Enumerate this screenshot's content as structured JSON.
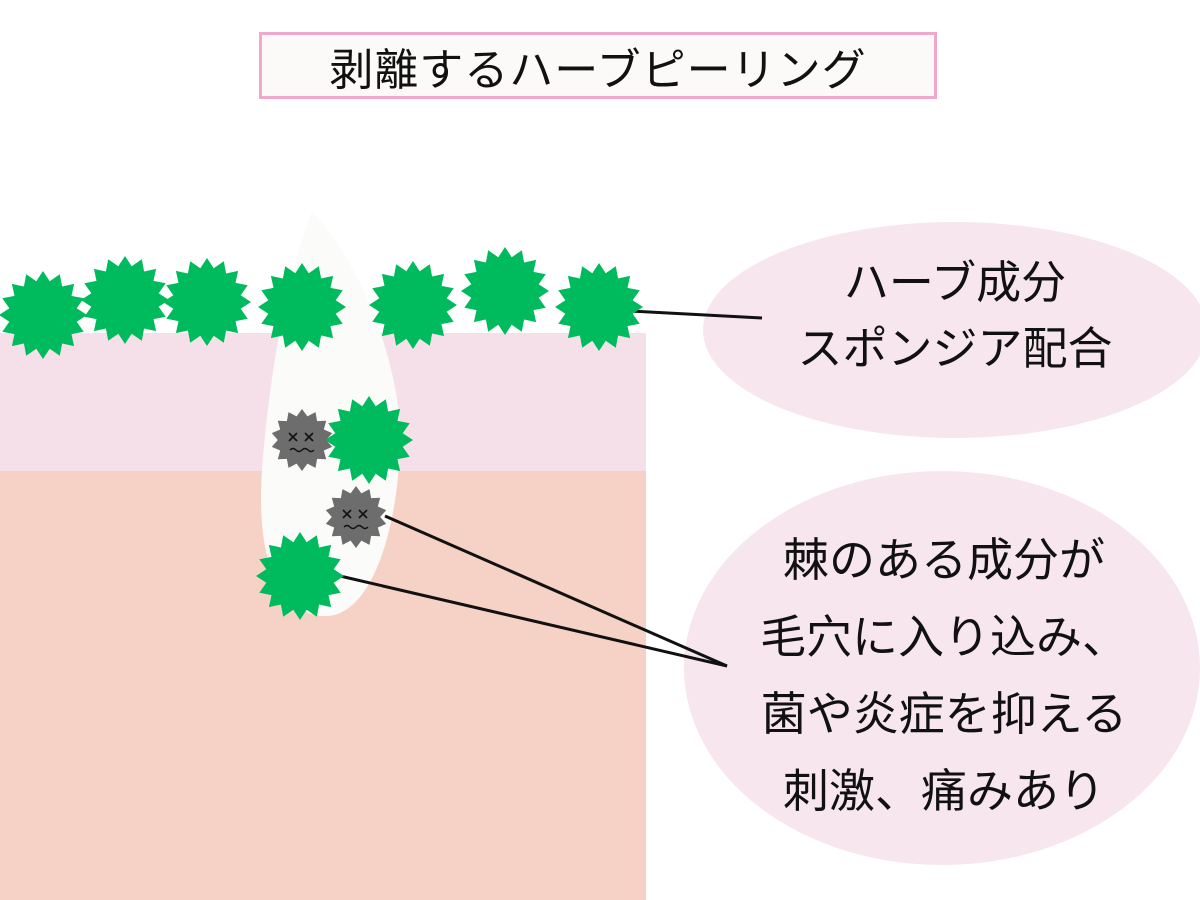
{
  "title": "剥離するハーブピーリング",
  "callouts": {
    "herb": {
      "lines": [
        "ハーブ成分",
        "スポンジア配合"
      ]
    },
    "thorn": {
      "lines": [
        "棘のある成分が",
        "毛穴に入り込み、",
        "菌や炎症を抑える",
        "刺激、痛みあり"
      ]
    }
  },
  "colors": {
    "epidermis": "#f5e0ea",
    "dermis": "#f6d2c6",
    "pore": "#fbfbf9",
    "spicule": "#00bb5e",
    "bacteria": "#6d6d6d",
    "callout_bubble": "#f7e6ee",
    "title_border": "#f0a8cc"
  },
  "icons": {
    "spicule": "green-spiky-star",
    "bacteria": "gray-spiky-germ"
  }
}
